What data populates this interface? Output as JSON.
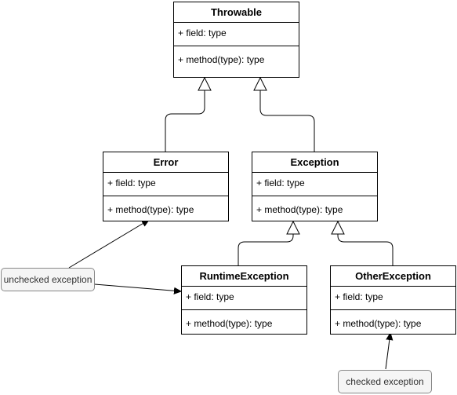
{
  "classes": {
    "throwable": {
      "name": "Throwable",
      "field": "+ field: type",
      "method": "+ method(type): type"
    },
    "error": {
      "name": "Error",
      "field": "+ field: type",
      "method": "+ method(type): type"
    },
    "exception": {
      "name": "Exception",
      "field": "+ field: type",
      "method": "+ method(type): type"
    },
    "runtime_exception": {
      "name": "RuntimeException",
      "field": "+ field: type",
      "method": "+ method(type): type"
    },
    "other_exception": {
      "name": "OtherException",
      "field": "+ field: type",
      "method": "+ method(type): type"
    }
  },
  "notes": {
    "unchecked": "unchecked exception",
    "checked": "checked exception"
  },
  "colors": {
    "line": "#000000",
    "note_fill": "#f5f5f5",
    "note_border": "#888888"
  }
}
